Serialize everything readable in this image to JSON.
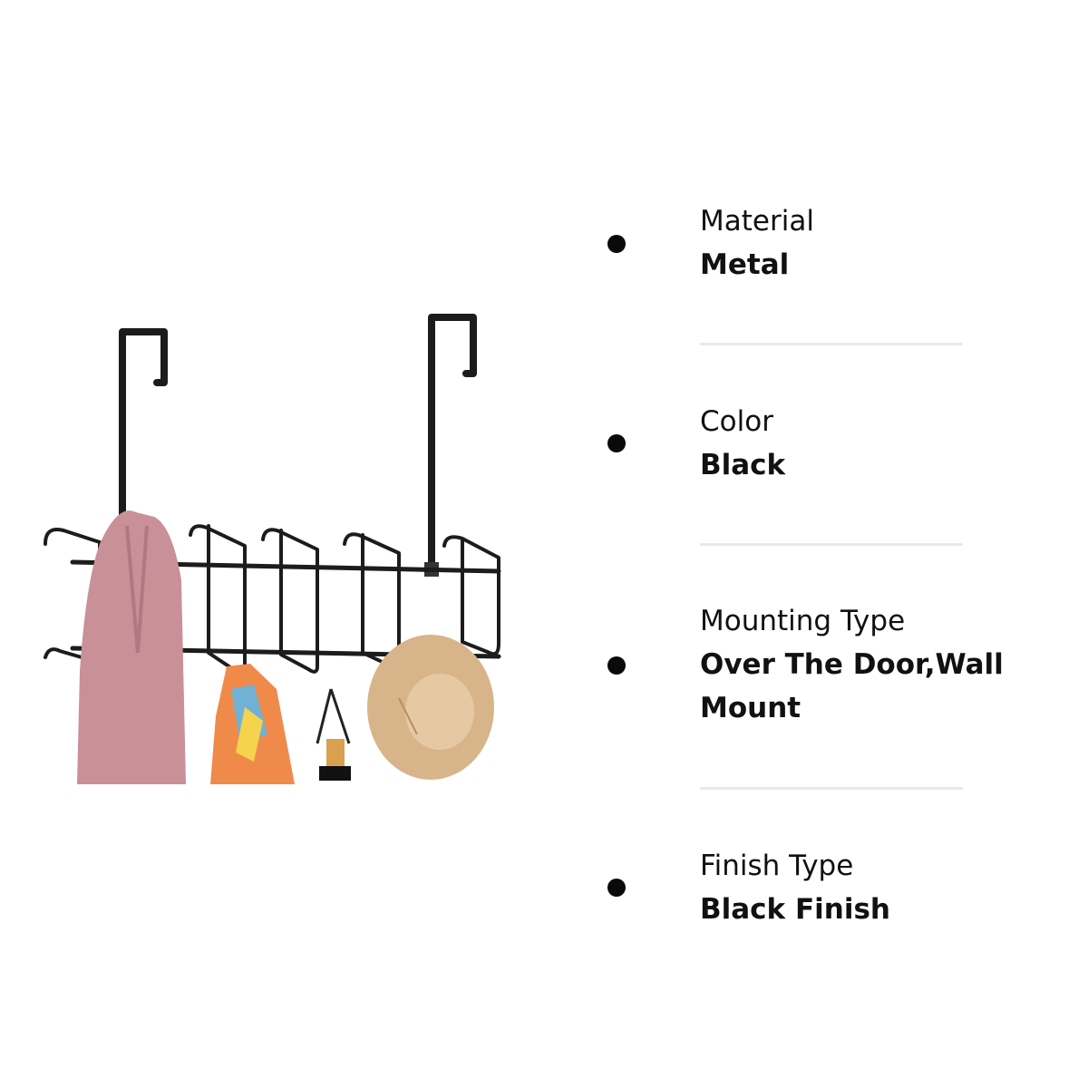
{
  "product_image": {
    "subject": "over-the-door hook rack",
    "items_hanging": [
      "pink scarf",
      "floral scarf",
      "umbrella",
      "straw hat"
    ]
  },
  "specs": [
    {
      "label": "Material",
      "value": "Metal"
    },
    {
      "label": "Color",
      "value": "Black"
    },
    {
      "label": "Mounting Type",
      "value": "Over The Door,Wall Mount"
    },
    {
      "label": "Finish Type",
      "value": "Black Finish"
    }
  ],
  "icons": {
    "bullet": "bullet-dot-icon"
  },
  "colors": {
    "text": "#111111",
    "divider": "#e8e8e8",
    "rack": "#1c1c1c",
    "scarf": "#c99098",
    "hat": "#d8b48a"
  }
}
